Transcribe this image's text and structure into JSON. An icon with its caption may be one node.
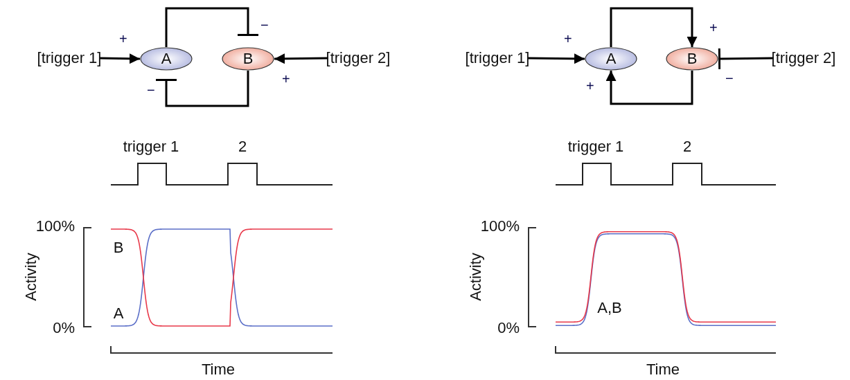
{
  "diagram": {
    "nodes": [
      {
        "text": [
          "[trigger 1]"
        ]
      },
      {
        "text": [
          "A"
        ]
      },
      {
        "text": [
          "B"
        ]
      },
      {
        "text": [
          "[trigger 2]"
        ]
      },
      {
        "text": [
          "[trigger 1]"
        ]
      },
      {
        "text": [
          "A"
        ]
      },
      {
        "text": [
          "B"
        ]
      },
      {
        "text": [
          "[trigger 2]"
        ]
      }
    ],
    "edges": [
      {
        "from": 0,
        "to": 1,
        "arrow": "to",
        "label": "+"
      },
      {
        "from": 1,
        "to": 2,
        "arrow": "other",
        "label": "−"
      },
      {
        "from": 2,
        "to": 1,
        "arrow": "other",
        "label": "−"
      },
      {
        "from": 3,
        "to": 2,
        "arrow": "to",
        "label": "+"
      },
      {
        "from": 4,
        "to": 5,
        "arrow": "to",
        "label": "+"
      },
      {
        "from": 5,
        "to": 6,
        "arrow": "to",
        "label": "+"
      },
      {
        "from": 6,
        "to": 5,
        "arrow": "to",
        "label": "+"
      },
      {
        "from": 7,
        "to": 6,
        "arrow": "other",
        "label": "−"
      }
    ],
    "labels": [
      "trigger 1",
      "2",
      "100%",
      "0%",
      "Activity",
      "B",
      "A",
      "Time",
      "trigger 1",
      "2",
      "100%",
      "0%",
      "Activity",
      "A,B",
      "Time"
    ]
  }
}
